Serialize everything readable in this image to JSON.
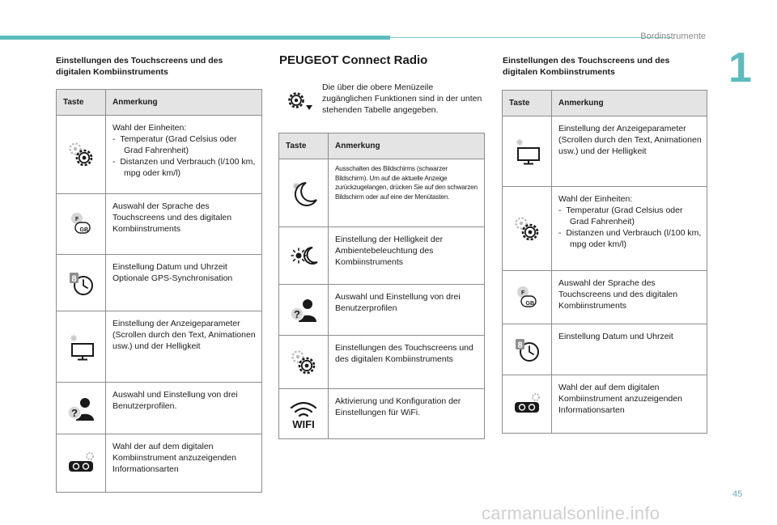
{
  "header": {
    "running_title": "Bordinstrumente",
    "chapter": "1",
    "page_number": "45",
    "watermark": "carmanualsonline.info"
  },
  "left": {
    "heading": "Einstellungen des Touchscreens und des digitalen Kombiinstruments",
    "col_taste": "Taste",
    "col_anmerkung": "Anmerkung",
    "rows": [
      {
        "icon": "settings-gears-icon",
        "text": "Wahl der Einheiten:",
        "items": [
          "Temperatur (Grad Celsius oder Grad Fahrenheit)",
          "Distanzen und Verbrauch (l/100 km, mpg oder km/l)"
        ]
      },
      {
        "icon": "language-flag-icon",
        "text": "Auswahl der Sprache des Touchscreens und des digitalen Kombiinstruments"
      },
      {
        "icon": "clock-icon",
        "text": "Einstellung Datum und Uhrzeit Optionale GPS-Synchronisation"
      },
      {
        "icon": "display-brightness-icon",
        "text": "Einstellung der Anzeigeparameter (Scrollen durch den Text, Animationen usw.) und der Helligkeit"
      },
      {
        "icon": "user-profile-icon",
        "text": "Auswahl und Einstellung von drei Benutzerprofilen."
      },
      {
        "icon": "cluster-display-icon",
        "text": "Wahl der auf dem digitalen Kombiinstrument anzuzeigenden Informationsarten"
      }
    ]
  },
  "middle": {
    "title": "PEUGEOT Connect Radio",
    "intro": "Die über die obere Menüzeile zugänglichen Funktionen sind in der unten stehenden Tabelle angegeben.",
    "col_taste": "Taste",
    "col_anmerkung": "Anmerkung",
    "rows": [
      {
        "icon": "night-mode-icon",
        "text": "Ausschalten des Bildschirms (schwarzer Bildschirm). Um auf die aktuelle Anzeige zurückzugelangen, drücken Sie auf den schwarzen Bildschirm oder auf eine der Menütasten."
      },
      {
        "icon": "ambient-brightness-icon",
        "text": "Einstellung der Helligkeit der Ambientebeleuchtung des Kombiinstruments"
      },
      {
        "icon": "user-profile-icon",
        "text": "Auswahl und Einstellung von drei Benutzerprofilen"
      },
      {
        "icon": "settings-gears-icon",
        "text": "Einstellungen des Touchscreens und des digitalen Kombiinstruments"
      },
      {
        "icon": "wifi-icon",
        "icon_label": "WIFI",
        "text": "Aktivierung und Konfiguration der Einstellungen für WiFi."
      }
    ]
  },
  "right": {
    "heading": "Einstellungen des Touchscreens und des digitalen Kombiinstruments",
    "col_taste": "Taste",
    "col_anmerkung": "Anmerkung",
    "rows": [
      {
        "icon": "display-brightness-icon",
        "text": "Einstellung der Anzeigeparameter (Scrollen durch den Text, Animationen usw.) und der Helligkeit"
      },
      {
        "icon": "settings-gears-icon",
        "text": "Wahl der Einheiten:",
        "items": [
          "Temperatur (Grad Celsius oder Grad Fahrenheit)",
          "Distanzen und Verbrauch (l/100 km, mpg oder km/l)"
        ]
      },
      {
        "icon": "language-flag-icon",
        "text": "Auswahl der Sprache des Touchscreens und des digitalen Kombiinstruments"
      },
      {
        "icon": "clock-icon",
        "text": "Einstellung Datum und Uhrzeit"
      },
      {
        "icon": "cluster-display-icon",
        "text": "Wahl der auf dem digitalen Kombiinstrument anzuzeigenden Informationsarten"
      }
    ]
  },
  "icon_glyphs": {
    "flag_top": "F",
    "flag_bottom": "GB",
    "clock_badge": "8",
    "profile_mark": "?"
  },
  "colors": {
    "accent": "#5cbcbc",
    "header_fill": "#e4e4e4",
    "icon_ink": "#1a1a1a",
    "icon_light": "#b9b9b9"
  }
}
